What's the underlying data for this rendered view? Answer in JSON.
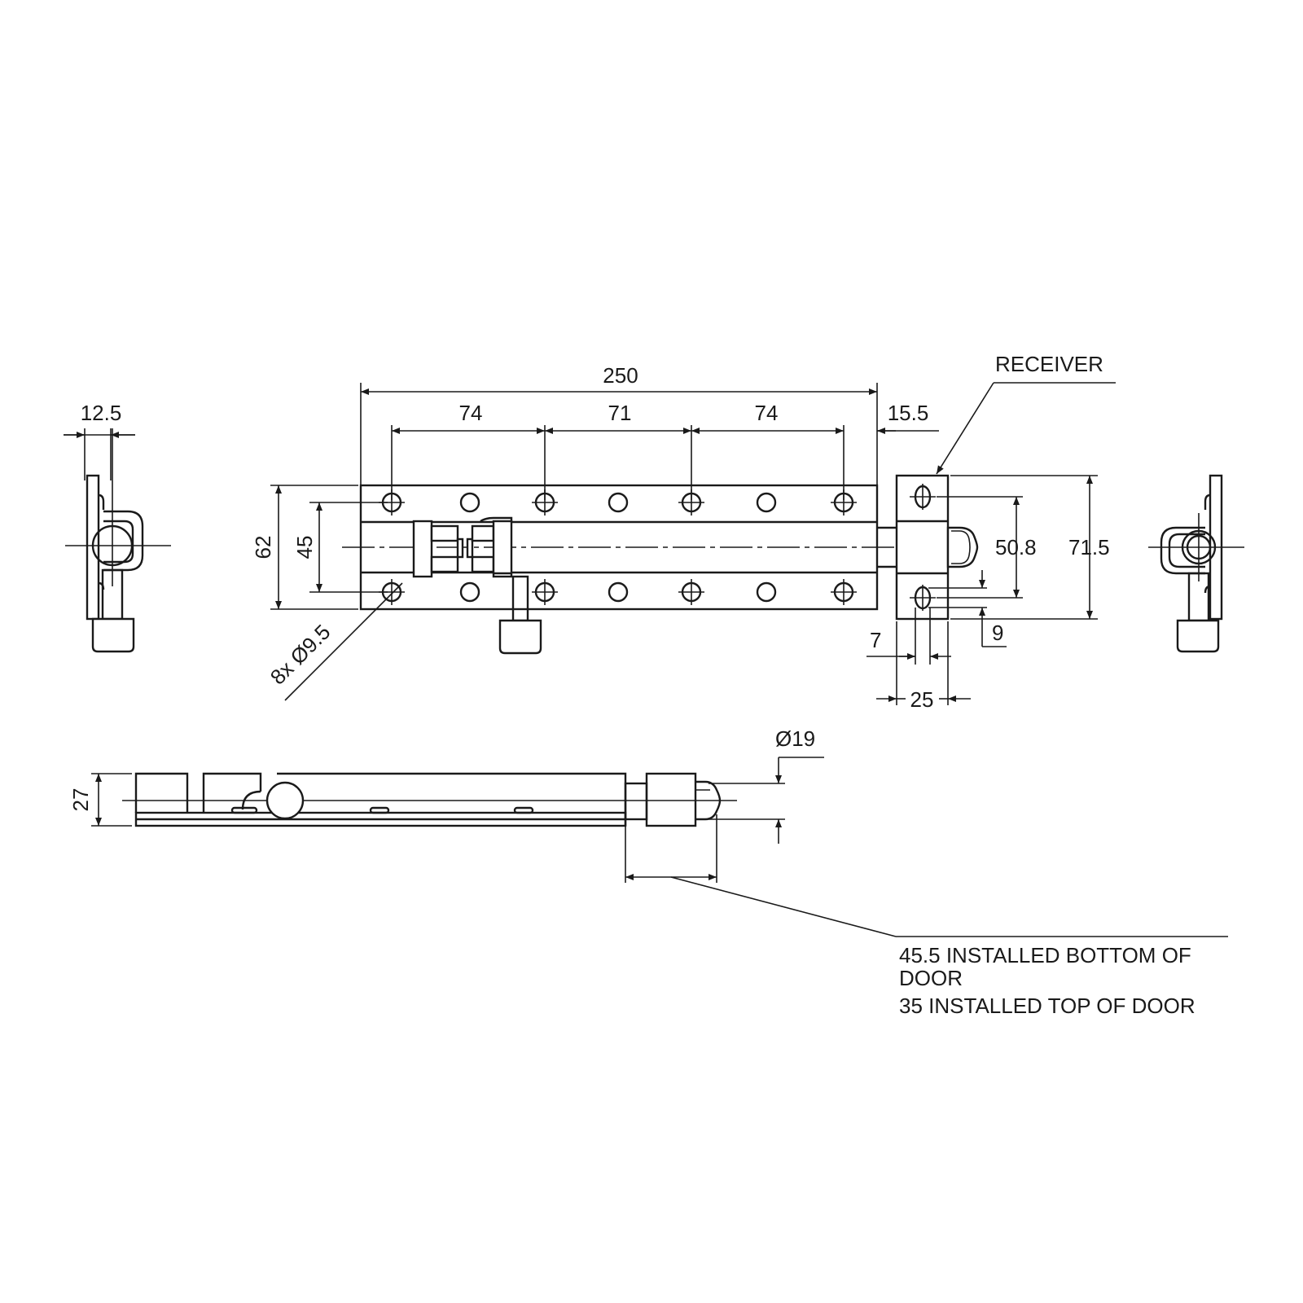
{
  "drawing": {
    "colors": {
      "line": "#1a1a1a",
      "background": "#ffffff"
    },
    "front_view": {
      "overall_length": "250",
      "hole_spacing": [
        "74",
        "71",
        "74"
      ],
      "receiver_gap": "15.5",
      "plate_height": "62",
      "hole_vertical_spacing": "45",
      "hole_callout": "8x Ø9.5"
    },
    "receiver": {
      "label": "RECEIVER",
      "hole_spacing": "50.8",
      "height": "71.5",
      "hole_offset_x": "7",
      "hole_offset_y": "9",
      "width": "25"
    },
    "end_view": {
      "offset": "12.5"
    },
    "side_view": {
      "thickness": "27",
      "bolt_diameter": "Ø19"
    },
    "notes": {
      "line1": "45.5 INSTALLED BOTTOM OF",
      "line2": "DOOR",
      "line3": "35 INSTALLED TOP OF DOOR"
    }
  }
}
